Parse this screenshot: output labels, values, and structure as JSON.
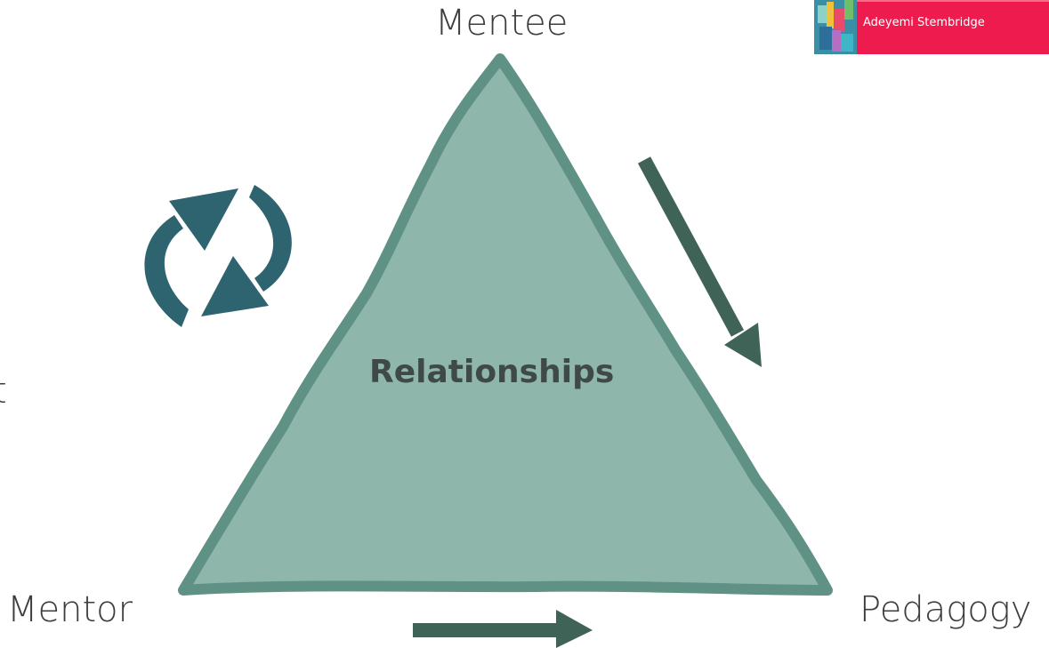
{
  "diagram": {
    "vertices": {
      "top": "Mentee",
      "left": "Mentor",
      "right": "Pedagogy"
    },
    "center": "Relationships",
    "partial_left_text": "t"
  },
  "book": {
    "author": "Adeyemi Stembridge"
  },
  "colors": {
    "triangle_fill": "#8fb6ab",
    "triangle_stroke": "#5f9285",
    "arrow": "#3f6356",
    "cycle_icon": "#2e6370",
    "book_accent": "#ee1c4e"
  }
}
